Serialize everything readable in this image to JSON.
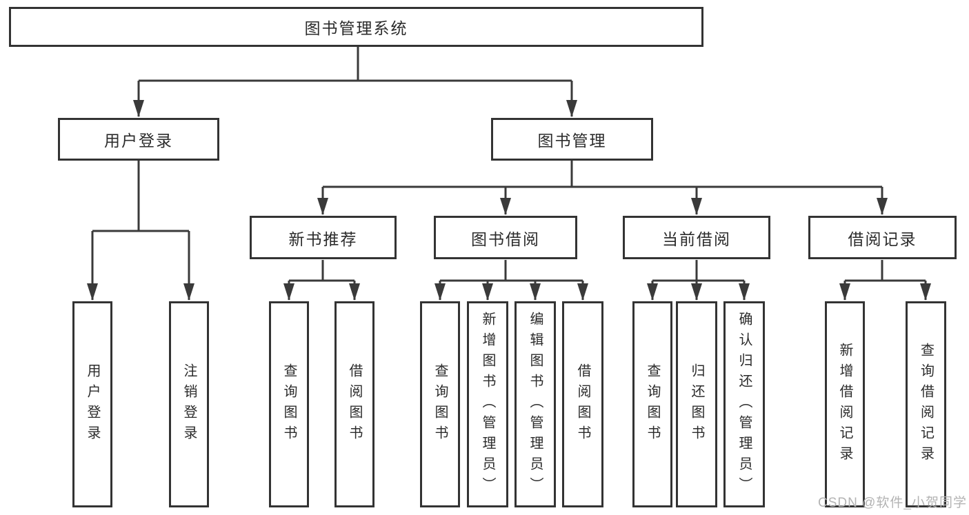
{
  "diagram": {
    "root": {
      "label": "图书管理系统",
      "children": [
        {
          "label": "用户登录",
          "children": [
            {
              "label": "用户登录"
            },
            {
              "label": "注销登录"
            }
          ]
        },
        {
          "label": "图书管理",
          "children": [
            {
              "label": "新书推荐",
              "children": [
                {
                  "label": "查询图书"
                },
                {
                  "label": "借阅图书"
                }
              ]
            },
            {
              "label": "图书借阅",
              "children": [
                {
                  "label": "查询图书"
                },
                {
                  "label": "新增图书（管理员）"
                },
                {
                  "label": "编辑图书（管理员）"
                },
                {
                  "label": "借阅图书"
                }
              ]
            },
            {
              "label": "当前借阅",
              "children": [
                {
                  "label": "查询图书"
                },
                {
                  "label": "归还图书"
                },
                {
                  "label": "确认归还（管理员）"
                }
              ]
            },
            {
              "label": "借阅记录",
              "children": [
                {
                  "label": "新增借阅记录"
                },
                {
                  "label": "查询借阅记录"
                }
              ]
            }
          ]
        }
      ]
    }
  },
  "watermark": {
    "text": "CSDN @软件_小贺同学"
  },
  "colors": {
    "line": "#3a3a3a",
    "box_border": "#333333",
    "text": "#2b2b2b",
    "background": "#ffffff",
    "watermark": "#b3b3b3"
  }
}
